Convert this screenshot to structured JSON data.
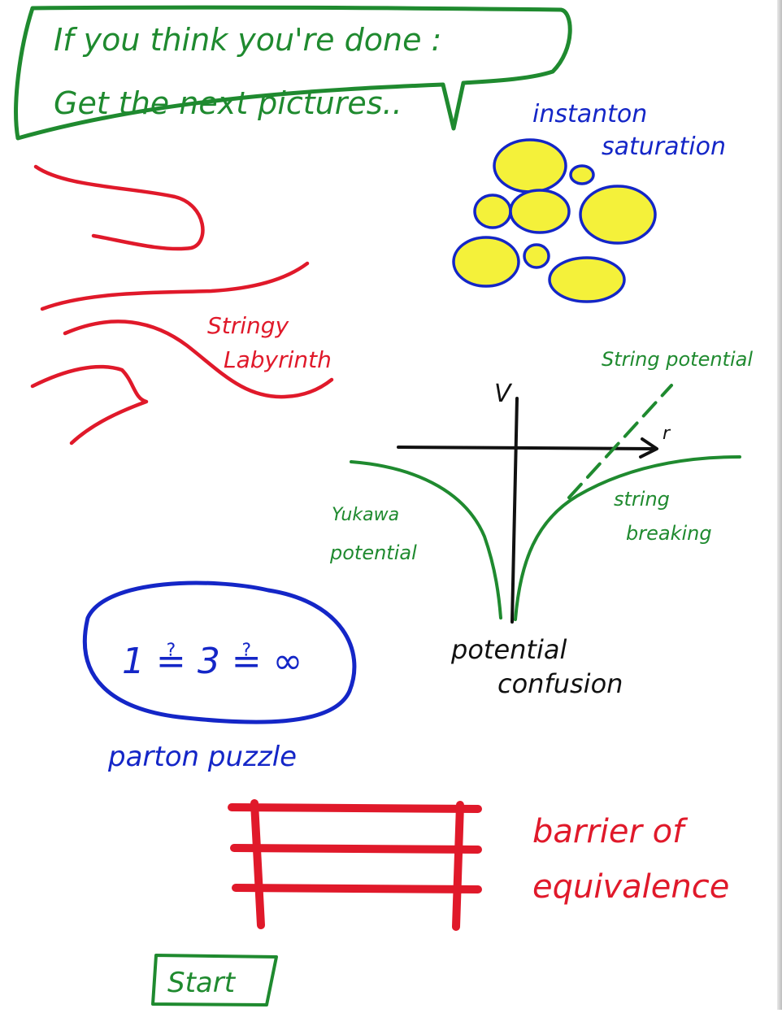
{
  "colors": {
    "green": "#1f8a2f",
    "red": "#e0192a",
    "blue": "#1426c7",
    "yellow": "#f4f13a",
    "black": "#111111"
  },
  "banner": {
    "line1": "If you think you're done :",
    "line2": "Get the next pictures.."
  },
  "labels": {
    "instanton_line1": "instanton",
    "instanton_line2": "saturation",
    "stringy_line1": "Stringy",
    "stringy_line2": "Labyrinth",
    "axis_v": "V",
    "axis_r": "r",
    "string_potential": "String potential",
    "yukawa_line1": "Yukawa",
    "yukawa_line2": "potential",
    "string_breaking_line1": "string",
    "string_breaking_line2": "breaking",
    "confusion_line1": "potential",
    "confusion_line2": "confusion",
    "parton_equation": "1 ≟ 3 ≟ ∞",
    "parton_puzzle": "parton puzzle",
    "barrier_line1": "barrier  of",
    "barrier_line2": "equivalence"
  },
  "start_button": {
    "label": "Start"
  }
}
